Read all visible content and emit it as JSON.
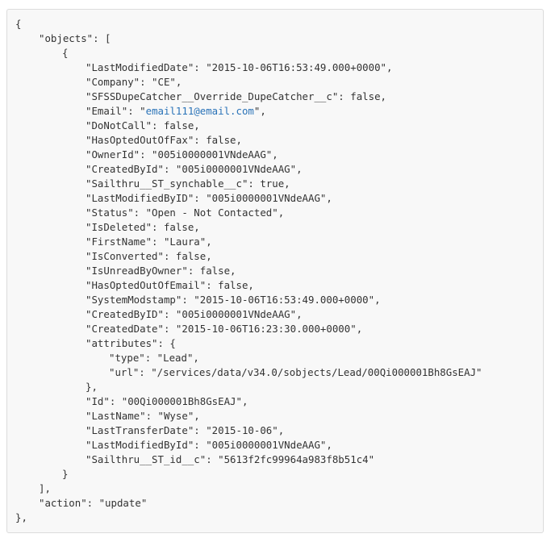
{
  "colors": {
    "text": "#333333",
    "link": "#2a73b8",
    "background": "#f8f8f8",
    "border": "#dcdcdc"
  },
  "lines": [
    {
      "indent": 0,
      "text": "{"
    },
    {
      "indent": 1,
      "text": "\"objects\": ["
    },
    {
      "indent": 2,
      "text": "{"
    },
    {
      "indent": 3,
      "text": "\"LastModifiedDate\": \"2015-10-06T16:53:49.000+0000\","
    },
    {
      "indent": 3,
      "text": "\"Company\": \"CE\","
    },
    {
      "indent": 3,
      "text": "\"SFSSDupeCatcher__Override_DupeCatcher__c\": false,"
    },
    {
      "indent": 3,
      "pre": "\"Email\": \"",
      "link": "email111@email.com",
      "post": "\","
    },
    {
      "indent": 3,
      "text": "\"DoNotCall\": false,"
    },
    {
      "indent": 3,
      "text": "\"HasOptedOutOfFax\": false,"
    },
    {
      "indent": 3,
      "text": "\"OwnerId\": \"005i0000001VNdeAAG\","
    },
    {
      "indent": 3,
      "text": "\"CreatedById\": \"005i0000001VNdeAAG\","
    },
    {
      "indent": 3,
      "text": "\"Sailthru__ST_synchable__c\": true,"
    },
    {
      "indent": 3,
      "text": "\"LastModifiedByID\": \"005i0000001VNdeAAG\","
    },
    {
      "indent": 3,
      "text": "\"Status\": \"Open - Not Contacted\","
    },
    {
      "indent": 3,
      "text": "\"IsDeleted\": false,"
    },
    {
      "indent": 3,
      "text": "\"FirstName\": \"Laura\","
    },
    {
      "indent": 3,
      "text": "\"IsConverted\": false,"
    },
    {
      "indent": 3,
      "text": "\"IsUnreadByOwner\": false,"
    },
    {
      "indent": 3,
      "text": "\"HasOptedOutOfEmail\": false,"
    },
    {
      "indent": 3,
      "text": "\"SystemModstamp\": \"2015-10-06T16:53:49.000+0000\","
    },
    {
      "indent": 3,
      "text": "\"CreatedByID\": \"005i0000001VNdeAAG\","
    },
    {
      "indent": 3,
      "text": "\"CreatedDate\": \"2015-10-06T16:23:30.000+0000\","
    },
    {
      "indent": 3,
      "text": "\"attributes\": {"
    },
    {
      "indent": 4,
      "text": "\"type\": \"Lead\","
    },
    {
      "indent": 4,
      "text": "\"url\": \"/services/data/v34.0/sobjects/Lead/00Qi000001Bh8GsEAJ\""
    },
    {
      "indent": 3,
      "text": "},"
    },
    {
      "indent": 3,
      "text": "\"Id\": \"00Qi000001Bh8GsEAJ\","
    },
    {
      "indent": 3,
      "text": "\"LastName\": \"Wyse\","
    },
    {
      "indent": 3,
      "text": "\"LastTransferDate\": \"2015-10-06\","
    },
    {
      "indent": 3,
      "text": "\"LastModifiedById\": \"005i0000001VNdeAAG\","
    },
    {
      "indent": 3,
      "text": "\"Sailthru__ST_id__c\": \"5613f2fc99964a983f8b51c4\""
    },
    {
      "indent": 2,
      "text": "}"
    },
    {
      "indent": 1,
      "text": "],"
    },
    {
      "indent": 1,
      "text": "\"action\": \"update\""
    },
    {
      "indent": 0,
      "text": "},"
    }
  ]
}
